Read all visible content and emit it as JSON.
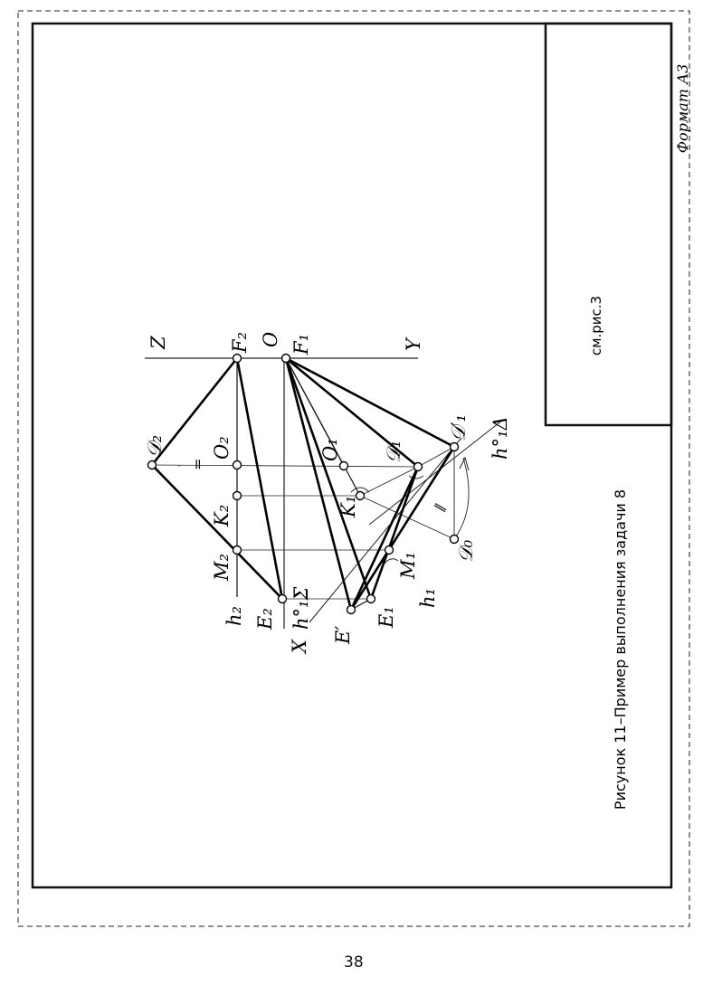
{
  "caption": "Рисунок 11–Пример выполнения задачи 8",
  "title_block_text": "см.рис.3",
  "format_label": "Формат А3",
  "page_number": "38",
  "axis_labels": {
    "z": "Z",
    "y": "Y",
    "x": "X",
    "origin": "O"
  },
  "points": {
    "D2": "𝒟₂",
    "F2": "F₂",
    "O2": "O₂",
    "K2": "K₂",
    "M2": "M₂",
    "E2": "E₂",
    "h2": "h₂",
    "F1": "F₁",
    "O1": "O₁",
    "D1": "𝒟₁",
    "D1p": "𝒟′₁",
    "K1": "K₁",
    "M1": "M₁",
    "E1": "E₁",
    "h1": "h₁",
    "Ep": "E′",
    "D0": "𝒟₀",
    "h1sigma": "h°₁Σ",
    "h1delta": "h°₁Δ"
  },
  "marks": {
    "equal": "=",
    "double": "‖"
  }
}
